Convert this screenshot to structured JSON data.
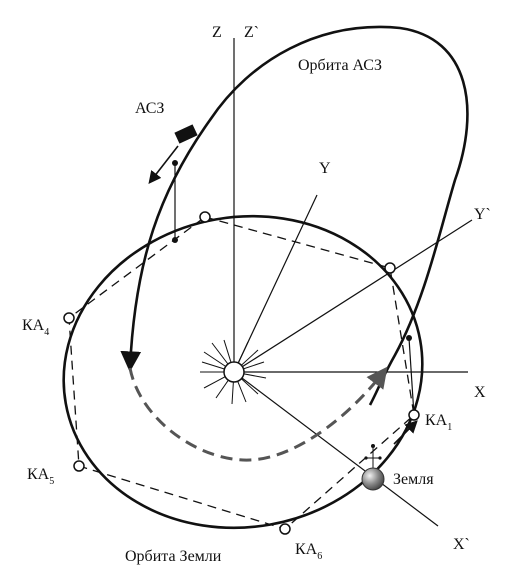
{
  "labels": {
    "axis_z": "Z",
    "axis_z_prime": "Z`",
    "axis_y": "Y",
    "axis_y_prime": "Y`",
    "axis_x": "X",
    "axis_x_prime": "X`",
    "orbit_asz": "Орбита АСЗ",
    "orbit_earth": "Орбита Земли",
    "asz": "АСЗ",
    "earth": "Земля"
  },
  "spacecraft": [
    {
      "prefix": "КА",
      "index": "1"
    },
    {
      "prefix": "КА",
      "index": "4"
    },
    {
      "prefix": "КА",
      "index": "5"
    },
    {
      "prefix": "КА",
      "index": "6"
    }
  ]
}
